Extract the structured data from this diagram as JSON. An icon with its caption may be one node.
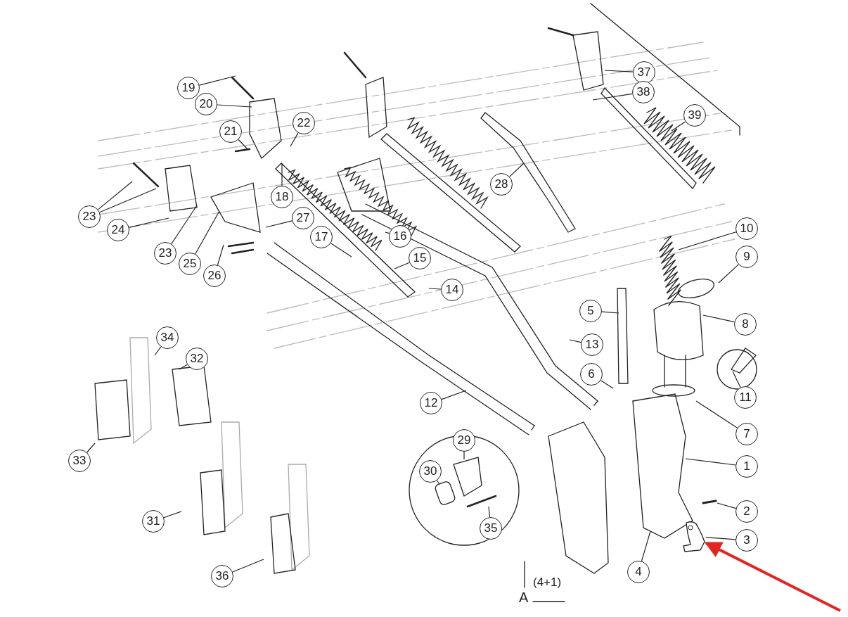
{
  "diagram": {
    "nodes": [
      {
        "text": [
          "19"
        ]
      },
      {
        "text": [
          "20"
        ]
      },
      {
        "text": [
          "21"
        ]
      },
      {
        "text": [
          "22"
        ]
      },
      {
        "text": [
          "18"
        ]
      },
      {
        "text": [
          "23"
        ]
      },
      {
        "text": [
          "24"
        ]
      },
      {
        "text": [
          "23"
        ]
      },
      {
        "text": [
          "25"
        ]
      },
      {
        "text": [
          "26"
        ]
      },
      {
        "text": [
          "27"
        ]
      },
      {
        "text": [
          "17"
        ]
      },
      {
        "text": [
          "16"
        ]
      },
      {
        "text": [
          "15"
        ]
      },
      {
        "text": [
          "14"
        ]
      },
      {
        "text": [
          "28"
        ]
      },
      {
        "text": [
          "37"
        ]
      },
      {
        "text": [
          "38"
        ]
      },
      {
        "text": [
          "39"
        ]
      },
      {
        "text": [
          "10"
        ]
      },
      {
        "text": [
          "9"
        ]
      },
      {
        "text": [
          "8"
        ]
      },
      {
        "text": [
          "11"
        ]
      },
      {
        "text": [
          "7"
        ]
      },
      {
        "text": [
          "5"
        ]
      },
      {
        "text": [
          "6"
        ]
      },
      {
        "text": [
          "13"
        ]
      },
      {
        "text": [
          "12"
        ]
      },
      {
        "text": [
          "1"
        ]
      },
      {
        "text": [
          "2"
        ]
      },
      {
        "text": [
          "3"
        ]
      },
      {
        "text": [
          "4"
        ]
      },
      {
        "text": [
          "29"
        ]
      },
      {
        "text": [
          "30"
        ]
      },
      {
        "text": [
          "35"
        ]
      },
      {
        "text": [
          "34"
        ]
      },
      {
        "text": [
          "32"
        ]
      },
      {
        "text": [
          "33"
        ]
      },
      {
        "text": [
          "31"
        ]
      },
      {
        "text": [
          "36"
        ]
      },
      {
        "text": [],
        "shape": "picture"
      }
    ],
    "edges": [
      {
        "from": 0,
        "to": null,
        "arrow": "none"
      },
      {
        "from": 1,
        "to": null,
        "arrow": "none"
      },
      {
        "from": 2,
        "to": null,
        "arrow": "none"
      },
      {
        "from": 3,
        "to": null,
        "arrow": "none"
      },
      {
        "from": 4,
        "to": null,
        "arrow": "none"
      },
      {
        "from": 5,
        "to": null,
        "arrow": "none"
      },
      {
        "from": 5,
        "to": null,
        "arrow": "none"
      },
      {
        "from": 6,
        "to": null,
        "arrow": "none"
      },
      {
        "from": 7,
        "to": null,
        "arrow": "none"
      },
      {
        "from": 8,
        "to": null,
        "arrow": "none"
      },
      {
        "from": 9,
        "to": null,
        "arrow": "none"
      },
      {
        "from": 10,
        "to": null,
        "arrow": "none"
      },
      {
        "from": 11,
        "to": null,
        "arrow": "none"
      },
      {
        "from": 12,
        "to": null,
        "arrow": "none"
      },
      {
        "from": 13,
        "to": null,
        "arrow": "none"
      },
      {
        "from": 14,
        "to": null,
        "arrow": "none"
      },
      {
        "from": 15,
        "to": null,
        "arrow": "none"
      },
      {
        "from": 16,
        "to": null,
        "arrow": "none"
      },
      {
        "from": 17,
        "to": null,
        "arrow": "none"
      },
      {
        "from": 18,
        "to": null,
        "arrow": "none"
      },
      {
        "from": 19,
        "to": null,
        "arrow": "none"
      },
      {
        "from": 20,
        "to": null,
        "arrow": "none"
      },
      {
        "from": 21,
        "to": null,
        "arrow": "none"
      },
      {
        "from": 22,
        "to": null,
        "arrow": "none"
      },
      {
        "from": 23,
        "to": null,
        "arrow": "none"
      },
      {
        "from": 24,
        "to": null,
        "arrow": "none"
      },
      {
        "from": 25,
        "to": null,
        "arrow": "none"
      },
      {
        "from": 26,
        "to": null,
        "arrow": "none"
      },
      {
        "from": 27,
        "to": null,
        "arrow": "none"
      },
      {
        "from": 28,
        "to": null,
        "arrow": "none"
      },
      {
        "from": 29,
        "to": null,
        "arrow": "none"
      },
      {
        "from": 30,
        "to": 40,
        "arrow": "none"
      },
      {
        "from": 31,
        "to": null,
        "arrow": "none"
      },
      {
        "from": 32,
        "to": null,
        "arrow": "none"
      },
      {
        "from": 33,
        "to": null,
        "arrow": "none"
      },
      {
        "from": 34,
        "to": null,
        "arrow": "none"
      },
      {
        "from": 35,
        "to": null,
        "arrow": "none"
      },
      {
        "from": 36,
        "to": null,
        "arrow": "none"
      },
      {
        "from": 37,
        "to": null,
        "arrow": "none"
      },
      {
        "from": 38,
        "to": null,
        "arrow": "none"
      },
      {
        "from": 39,
        "to": null,
        "arrow": "none"
      },
      {
        "from": null,
        "to": 40,
        "arrow": "to",
        "style": "thick",
        "color": "#e52421"
      }
    ],
    "labels": [
      "A",
      "(4+1)"
    ]
  }
}
